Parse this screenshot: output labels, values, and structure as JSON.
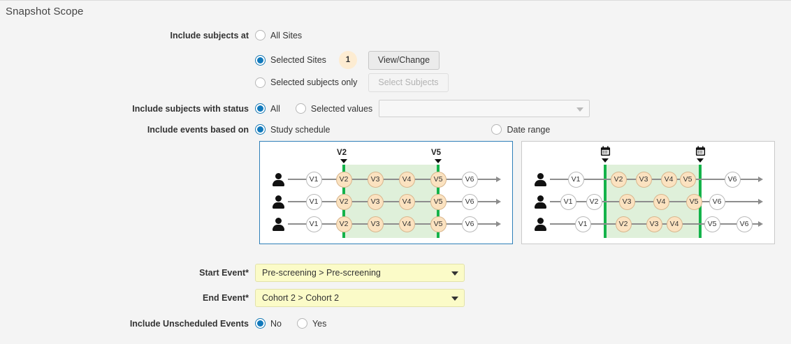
{
  "page": {
    "title": "Snapshot Scope"
  },
  "colors": {
    "accent_blue": "#1179bc",
    "panel_selected_border": "#2e7fb8",
    "badge_bg": "#fdecd2",
    "node_highlight": "#fbe2c0",
    "band_green": "#dff0da",
    "bar_green": "#14b34a",
    "dropdown_yellow": "#fbfbc8",
    "page_bg": "#f4f4f4"
  },
  "form": {
    "include_subjects_at": {
      "label": "Include subjects at",
      "options": [
        {
          "label": "All Sites",
          "selected": false
        },
        {
          "label": "Selected Sites",
          "selected": true
        },
        {
          "label": "Selected subjects only",
          "selected": false
        }
      ],
      "selected_sites_count": "1",
      "view_change_button": "View/Change",
      "select_subjects_button": "Select Subjects"
    },
    "include_subjects_with_status": {
      "label": "Include subjects with status",
      "options": [
        {
          "label": "All",
          "selected": true
        },
        {
          "label": "Selected values",
          "selected": false
        }
      ],
      "values_select": {
        "value": "",
        "placeholder": ""
      }
    },
    "include_events_based_on": {
      "label": "Include events based on",
      "options": [
        {
          "label": "Study schedule",
          "selected": true
        },
        {
          "label": "Date range",
          "selected": false
        }
      ]
    },
    "start_event": {
      "label": "Start Event*",
      "value": "Pre-screening > Pre-screening"
    },
    "end_event": {
      "label": "End Event*",
      "value": "Cohort 2 > Cohort 2"
    },
    "include_unscheduled_events": {
      "label": "Include Unscheduled Events",
      "options": [
        {
          "label": "No",
          "selected": true
        },
        {
          "label": "Yes",
          "selected": false
        }
      ]
    }
  },
  "diagrams": {
    "study_schedule": {
      "name": "study-schedule-diagram",
      "selected": true,
      "marker_start": "V2",
      "marker_end": "V5",
      "marker_icon": "caret-down-icon",
      "rows": [
        {
          "subject_icon": "person-icon",
          "nodes": [
            {
              "label": "V1",
              "highlighted": false
            },
            {
              "label": "V2",
              "highlighted": true
            },
            {
              "label": "V3",
              "highlighted": true
            },
            {
              "label": "V4",
              "highlighted": true
            },
            {
              "label": "V5",
              "highlighted": true
            },
            {
              "label": "V6",
              "highlighted": false
            }
          ]
        },
        {
          "subject_icon": "person-icon",
          "nodes": [
            {
              "label": "V1",
              "highlighted": false
            },
            {
              "label": "V2",
              "highlighted": true
            },
            {
              "label": "V3",
              "highlighted": true
            },
            {
              "label": "V4",
              "highlighted": true
            },
            {
              "label": "V5",
              "highlighted": true
            },
            {
              "label": "V6",
              "highlighted": false
            }
          ]
        },
        {
          "subject_icon": "person-icon",
          "nodes": [
            {
              "label": "V1",
              "highlighted": false
            },
            {
              "label": "V2",
              "highlighted": true
            },
            {
              "label": "V3",
              "highlighted": true
            },
            {
              "label": "V4",
              "highlighted": true
            },
            {
              "label": "V5",
              "highlighted": true
            },
            {
              "label": "V6",
              "highlighted": false
            }
          ]
        }
      ]
    },
    "date_range": {
      "name": "date-range-diagram",
      "selected": false,
      "marker_start_icon": "calendar-icon",
      "marker_end_icon": "calendar-icon",
      "rows": [
        {
          "subject_icon": "person-icon",
          "nodes": [
            {
              "label": "V1",
              "highlighted": false
            },
            {
              "label": "V2",
              "highlighted": true
            },
            {
              "label": "V3",
              "highlighted": true
            },
            {
              "label": "V4",
              "highlighted": true
            },
            {
              "label": "V5",
              "highlighted": true
            },
            {
              "label": "V6",
              "highlighted": false
            }
          ]
        },
        {
          "subject_icon": "person-icon",
          "nodes": [
            {
              "label": "V1",
              "highlighted": false
            },
            {
              "label": "V2",
              "highlighted": false
            },
            {
              "label": "V3",
              "highlighted": true
            },
            {
              "label": "V4",
              "highlighted": true
            },
            {
              "label": "V5",
              "highlighted": true
            },
            {
              "label": "V6",
              "highlighted": false
            }
          ]
        },
        {
          "subject_icon": "person-icon",
          "nodes": [
            {
              "label": "V1",
              "highlighted": false
            },
            {
              "label": "V2",
              "highlighted": true
            },
            {
              "label": "V3",
              "highlighted": true
            },
            {
              "label": "V4",
              "highlighted": true
            },
            {
              "label": "V5",
              "highlighted": false
            },
            {
              "label": "V6",
              "highlighted": false
            }
          ]
        }
      ]
    }
  }
}
